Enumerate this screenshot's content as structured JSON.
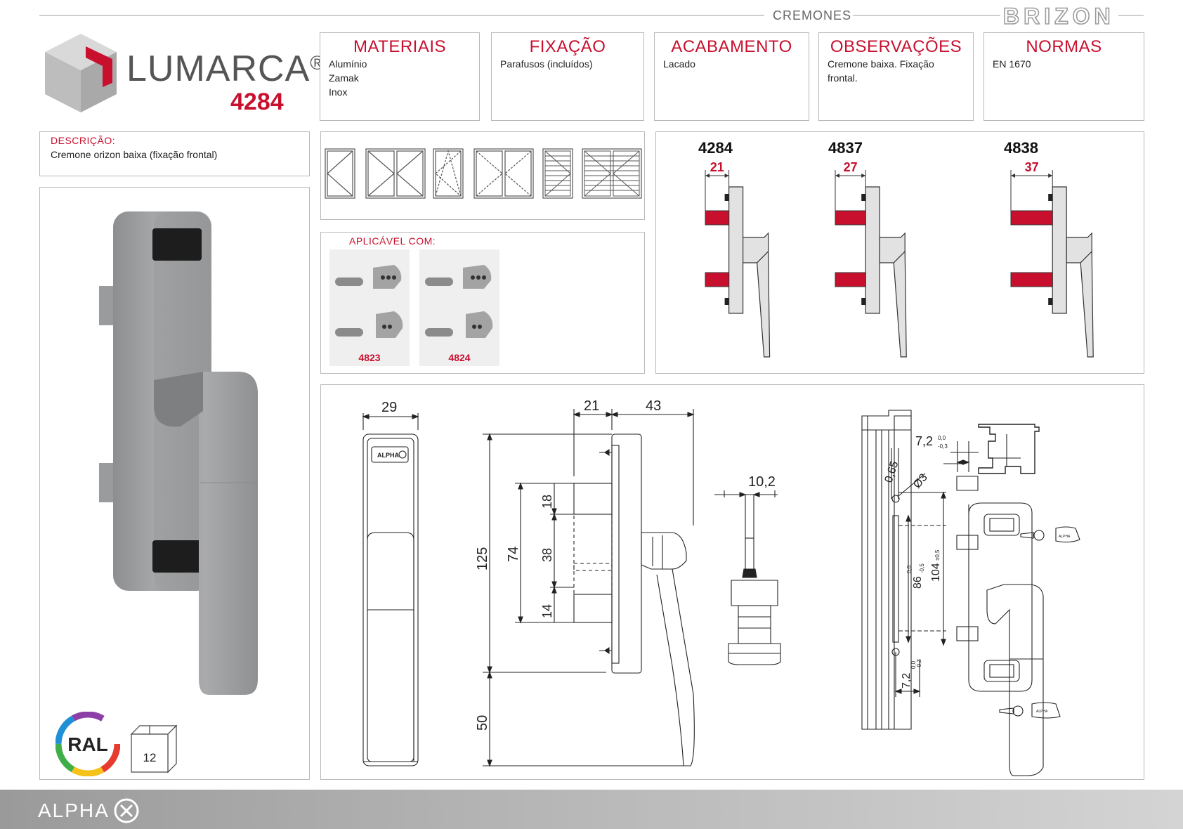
{
  "header": {
    "section": "CREMONES",
    "brand_series": "BRIZON"
  },
  "logo": {
    "brand": "LUMARCA",
    "registered": "®",
    "code": "4284"
  },
  "specs": [
    {
      "title": "MATERIAIS",
      "lines": [
        "Alumínio",
        "Zamak",
        "Inox"
      ]
    },
    {
      "title": "FIXAÇÃO",
      "lines": [
        "Parafusos (incluídos)"
      ]
    },
    {
      "title": "ACABAMENTO",
      "lines": [
        "Lacado"
      ]
    },
    {
      "title": "OBSERVAÇÕES",
      "lines": [
        "Cremone baixa. Fixação",
        "frontal."
      ]
    },
    {
      "title": "NORMAS",
      "lines": [
        "EN 1670"
      ]
    }
  ],
  "description": {
    "label": "DESCRIÇÃO:",
    "text": "Cremone orizon baixa (fixação frontal)"
  },
  "applicable": {
    "label": "APLICÁVEL COM:",
    "items": [
      "4823",
      "4824"
    ]
  },
  "badges": {
    "ral": "RAL",
    "pack_qty": "12"
  },
  "variants": [
    {
      "code": "4284",
      "offset": "21"
    },
    {
      "code": "4837",
      "offset": "27"
    },
    {
      "code": "4838",
      "offset": "37"
    }
  ],
  "drawing": {
    "front_width": "29",
    "side_offset": "21",
    "side_depth": "43",
    "height_total": "125",
    "handle_length": "50",
    "inner_spacing": "74",
    "pin_top": "18",
    "pin_mid": "38",
    "pin_bottom": "14",
    "spindle": "10,2",
    "hole_offset": "0,65",
    "hole_diameter": "Ø3",
    "slot_length": "86",
    "slot_tol_top": "0,0",
    "slot_tol_bottom": "-0,5",
    "total_length": "104",
    "total_tol": "±0,5",
    "edge_offset": "7,2",
    "edge_tol_top": "0,0",
    "edge_tol_bottom": "-0,3",
    "profile_offset": "7,2",
    "profile_tol_top": "0,0",
    "profile_tol_bottom": "-0,3",
    "stamp": "ALPHA"
  },
  "footer": {
    "brand": "ALPHA"
  },
  "colors": {
    "accent": "#c8102e",
    "frame": "#b9b9b9",
    "product": "#9fa0a2"
  }
}
